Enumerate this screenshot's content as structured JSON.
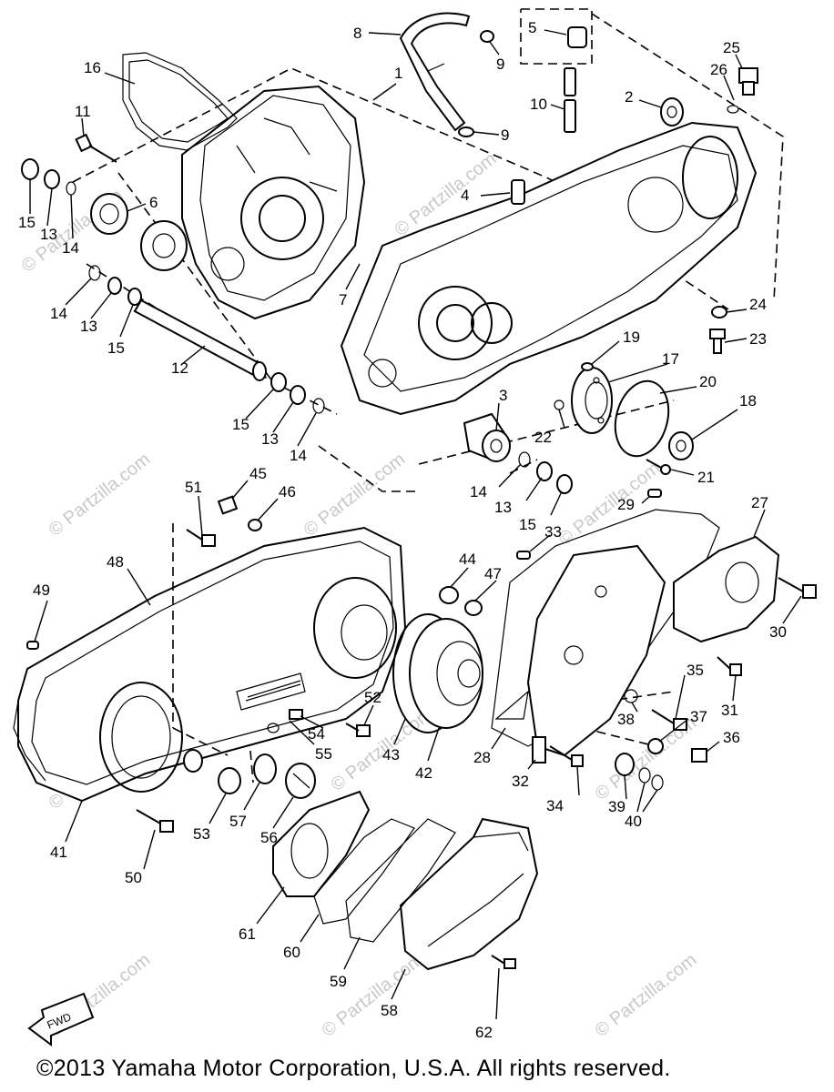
{
  "watermark": "© Partzilla.com",
  "copyright": "©2013  Yamaha Motor Corporation, U.S.A. All rights reserved.",
  "fwd_label": "FWD",
  "callouts": [
    "1",
    "2",
    "3",
    "4",
    "5",
    "6",
    "7",
    "8",
    "9",
    "9",
    "10",
    "11",
    "12",
    "13",
    "13",
    "13",
    "13",
    "14",
    "14",
    "14",
    "14",
    "15",
    "15",
    "15",
    "15",
    "16",
    "17",
    "18",
    "19",
    "20",
    "21",
    "22",
    "23",
    "24",
    "25",
    "26",
    "27",
    "28",
    "29",
    "30",
    "31",
    "32",
    "33",
    "34",
    "35",
    "36",
    "37",
    "38",
    "39",
    "40",
    "41",
    "42",
    "43",
    "44",
    "45",
    "46",
    "47",
    "48",
    "49",
    "50",
    "51",
    "52",
    "53",
    "54",
    "55",
    "56",
    "57",
    "58",
    "59",
    "60",
    "61",
    "62"
  ]
}
